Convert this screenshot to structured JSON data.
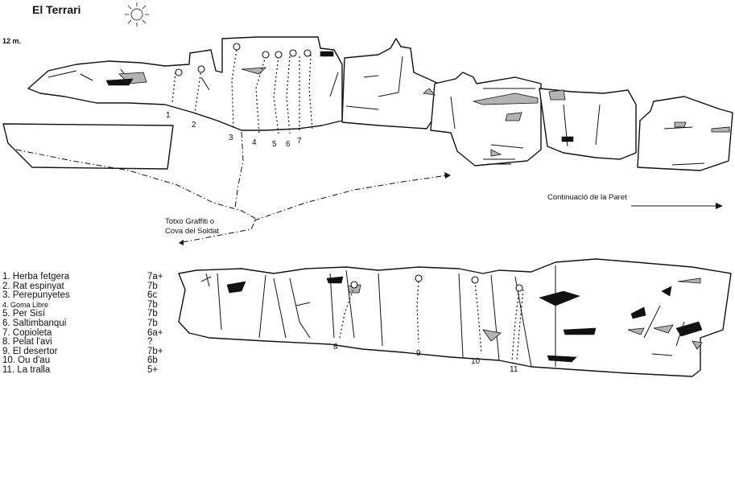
{
  "title": "El Terrari",
  "scale_label": "12 m.",
  "icons": {
    "orientation": "sun-icon"
  },
  "annotations": {
    "cave": [
      "Totxo Graffiti o",
      "Cova del Soldat"
    ],
    "continuation": "Continuació de la Paret"
  },
  "route_numbers_top": [
    "1",
    "2",
    "3",
    "4",
    "5",
    "6",
    "7"
  ],
  "route_numbers_bottom": [
    "8",
    "9",
    "10",
    "11"
  ],
  "routes": [
    {
      "name": "1. Herba fetgera",
      "grade": "7a+"
    },
    {
      "name": "2. Rat espinyat",
      "grade": "7b"
    },
    {
      "name": "3. Perepunyetes",
      "grade": "6c"
    },
    {
      "name": "4. Goma Libre",
      "grade": "7b"
    },
    {
      "name": "5. Per Sisí",
      "grade": "7b"
    },
    {
      "name": "6. Saltimbanqui",
      "grade": "7b"
    },
    {
      "name": "7. Copioleta",
      "grade": "6a+"
    },
    {
      "name": "8. Pelat l'avi",
      "grade": "?"
    },
    {
      "name": "9. El desertor",
      "grade": "7b+"
    },
    {
      "name": "10. Ou d'au",
      "grade": "6b"
    },
    {
      "name": "11. La tralla",
      "grade": "5+"
    }
  ]
}
